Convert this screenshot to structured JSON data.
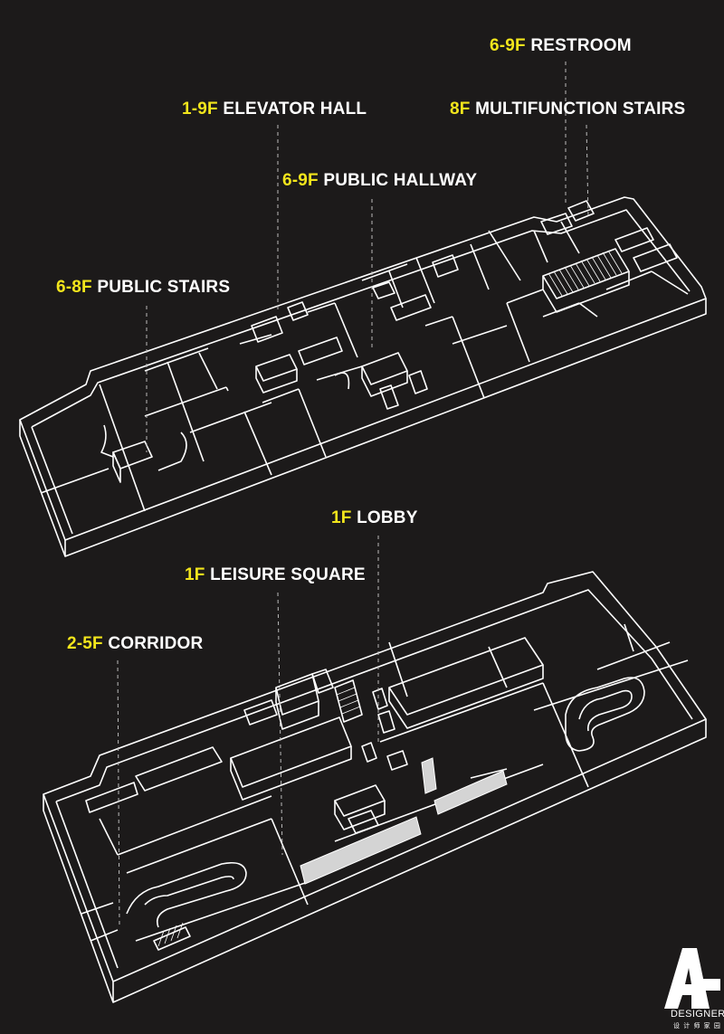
{
  "labels": [
    {
      "level": "6-9F",
      "name": "RESTROOM"
    },
    {
      "level": "1-9F",
      "name": "ELEVATOR HALL"
    },
    {
      "level": "8F",
      "name": "MULTIFUNCTION STAIRS"
    },
    {
      "level": "6-9F",
      "name": "PUBLIC HALLWAY"
    },
    {
      "level": "6-8F",
      "name": "PUBLIC STAIRS"
    },
    {
      "level": "1F",
      "name": "LOBBY"
    },
    {
      "level": "1F",
      "name": "LEISURE SQUARE"
    },
    {
      "level": "2-5F",
      "name": "CORRIDOR"
    }
  ],
  "logo": {
    "mark": "A",
    "word": "DESIGNER",
    "sub": "设 计 师 家 园"
  },
  "colors": {
    "background": "#1c1a1a",
    "line": "#ffffff",
    "level_text": "#f2e51c",
    "name_text": "#ffffff",
    "solid_block": "#d4d4d4"
  }
}
